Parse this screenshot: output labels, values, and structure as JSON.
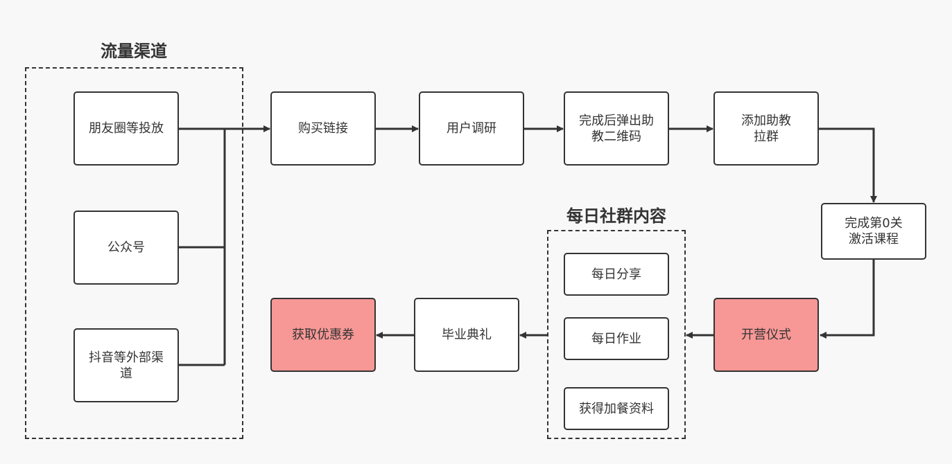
{
  "groups": {
    "traffic_title": "流量渠道",
    "daily_title": "每日社群内容"
  },
  "nodes": {
    "moments_ads": "朋友圈等投放",
    "official_account": "公众号",
    "douyin_external": "抖音等外部渠道",
    "purchase_link": "购买链接",
    "user_survey": "用户调研",
    "popup_qr_line1": "完成后弹出助",
    "popup_qr_line2": "教二维码",
    "add_assistant_line1": "添加助教",
    "add_assistant_line2": "拉群",
    "level0_line1": "完成第0关",
    "level0_line2": "激活课程",
    "opening_ceremony": "开营仪式",
    "daily_share": "每日分享",
    "daily_homework": "每日作业",
    "bonus_materials": "获得加餐资料",
    "graduation": "毕业典礼",
    "get_coupon": "获取优惠券"
  },
  "colors": {
    "highlight": "#f79896",
    "stroke": "#333333",
    "node_fill": "#ffffff",
    "background": "#f8f8f8"
  }
}
